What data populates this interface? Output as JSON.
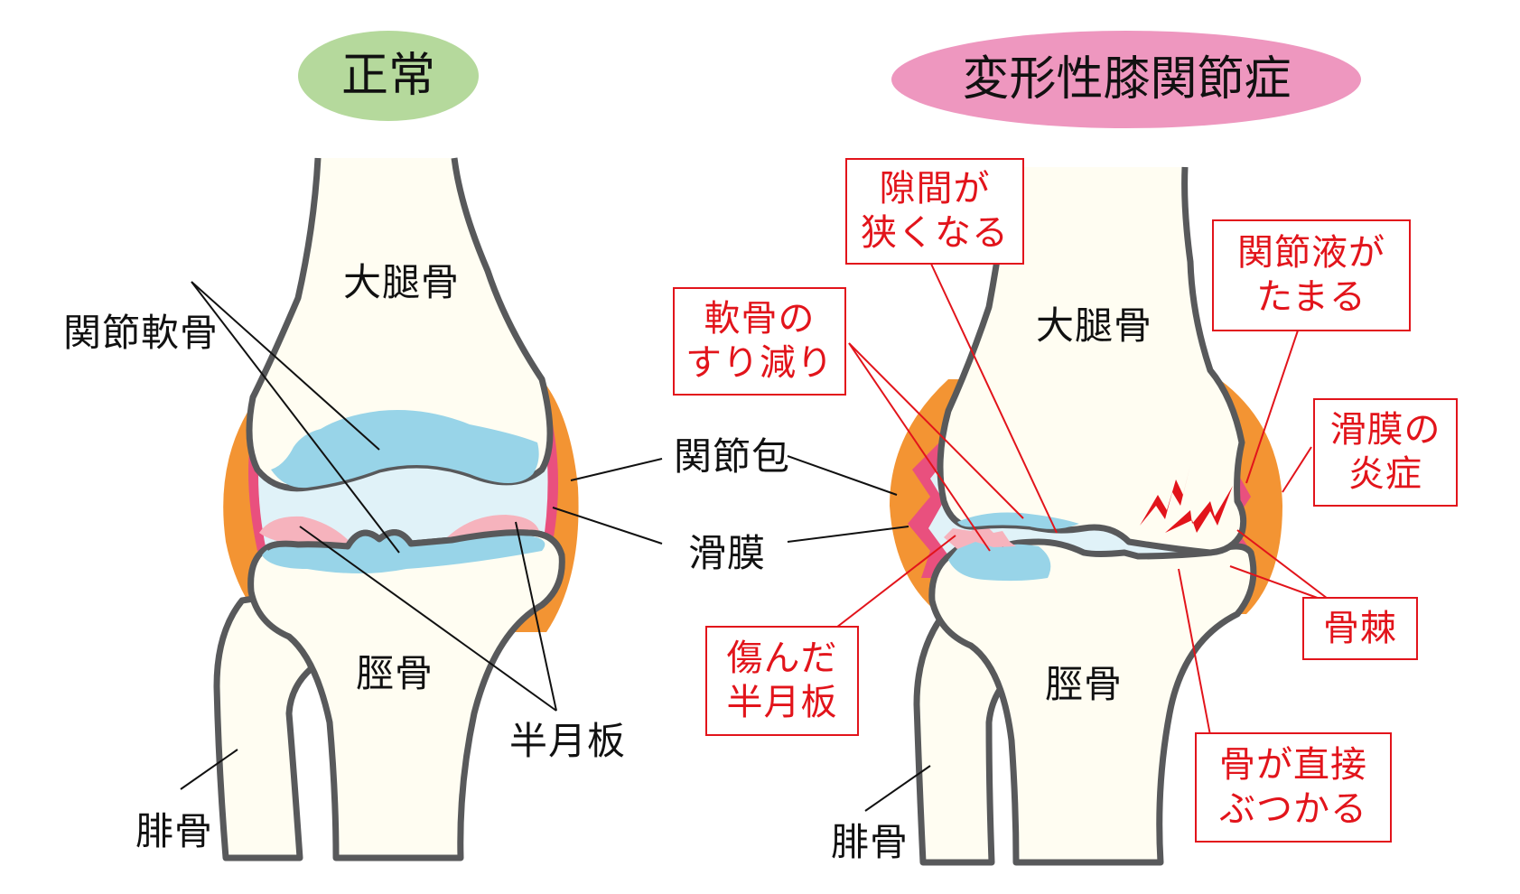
{
  "titles": {
    "normal": "正常",
    "oa": "変形性膝関節症"
  },
  "normal_labels": {
    "femur": "大腿骨",
    "articular_cartilage": "関節軟骨",
    "joint_capsule": "関節包",
    "synovium": "滑膜",
    "tibia": "脛骨",
    "meniscus": "半月板",
    "fibula": "腓骨"
  },
  "oa_labels": {
    "femur": "大腿骨",
    "tibia": "脛骨",
    "fibula": "腓骨",
    "narrowing": [
      "隙間が",
      "狭くなる"
    ],
    "cartilage_wear": [
      "軟骨の",
      "すり減り"
    ],
    "fluid": [
      "関節液が",
      "たまる"
    ],
    "synovitis": [
      "滑膜の",
      "炎症"
    ],
    "osteophyte": [
      "骨棘"
    ],
    "damaged_meniscus": [
      "傷んだ",
      "半月板"
    ],
    "bone_contact": [
      "骨が直接",
      "ぶつかる"
    ]
  },
  "colors": {
    "normal_badge": "#b5d99c",
    "oa_badge": "#ee97bf",
    "bone_fill": "#fffdf2",
    "bone_outline": "#58595b",
    "cartilage": "#98d4e8",
    "joint_space": "#e0f2f8",
    "meniscus": "#f6b3bd",
    "synovium": "#e9507e",
    "capsule": "#f39433",
    "alert_red": "#e2141b"
  }
}
